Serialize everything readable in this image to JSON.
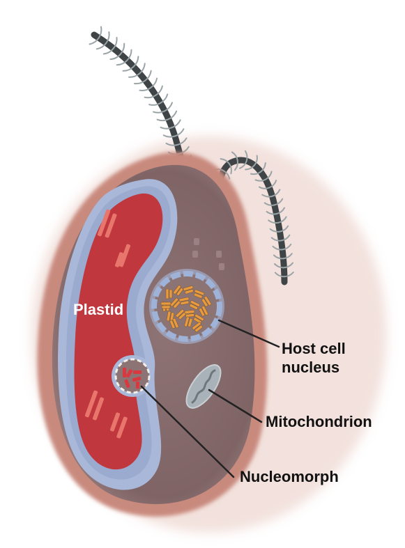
{
  "diagram": {
    "labels": {
      "plastid": "Plastid",
      "host_nucleus_line1": "Host cell",
      "host_nucleus_line2": "nucleus",
      "mitochondrion": "Mitochondrion",
      "nucleomorph": "Nucleomorph"
    },
    "colors": {
      "outer_glow": "#e8c9c0",
      "cell_membrane": "#c98a7e",
      "cytoplasm": "#8a6e70",
      "cytoplasm_light": "#9e8486",
      "plastid_envelope": "#a9b8d8",
      "plastid_envelope_dark": "#7f93bf",
      "plastid_stroma": "#c0383e",
      "thylakoid": "#e8766c",
      "nucleus_membrane": "#9fb2d8",
      "nucleus_interior": "#8c7474",
      "chromosome": "#e89a3c",
      "nucleomorph_chromosome": "#d8383e",
      "mitochondrion": "#a8b2b8",
      "flagellum": "#3f4446",
      "hair": "#9aa3a6",
      "leader_line": "#222222"
    }
  }
}
